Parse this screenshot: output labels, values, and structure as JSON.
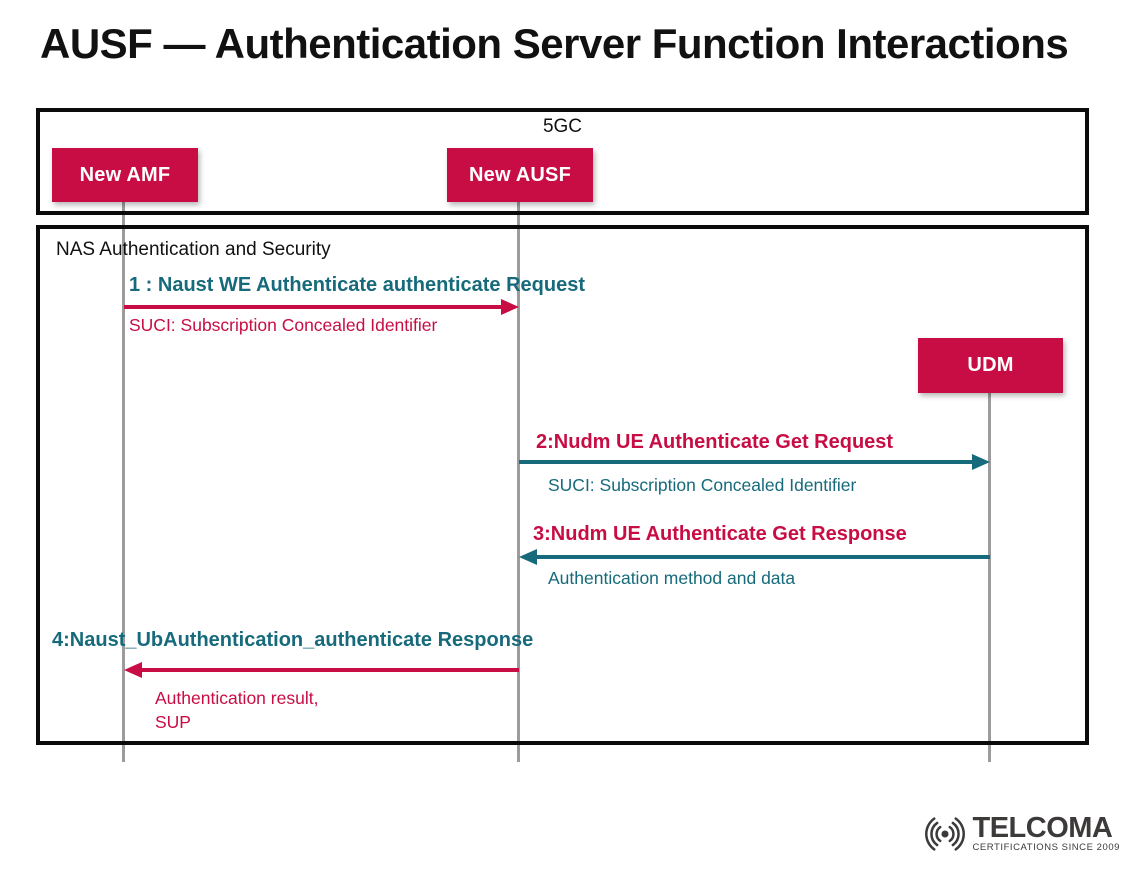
{
  "title": "AUSF — Authentication Server Function Interactions",
  "colors": {
    "crimson": "#c80d45",
    "teal": "#166a7b",
    "lifeline_gray": "#9c9c9c",
    "frame_border": "#0b0b0b",
    "logo_gray": "#3d3a3a"
  },
  "frames": {
    "outer_label": "5GC",
    "inner_label": "NAS Authentication and Security"
  },
  "actors": [
    {
      "id": "new-amf",
      "label": "New AMF"
    },
    {
      "id": "new-ausf",
      "label": "New AUSF"
    },
    {
      "id": "udm",
      "label": "UDM"
    }
  ],
  "messages": [
    {
      "label": "1 : Naust WE Authenticate authenticate Request",
      "note": "SUCI: Subscription Concealed Identifier",
      "from": "New AMF",
      "to": "New AUSF",
      "direction": "right",
      "label_color": "teal",
      "arrow_color": "crimson",
      "note_color": "crimson"
    },
    {
      "label": "2:Nudm UE Authenticate Get Request",
      "note": "SUCI: Subscription Concealed Identifier",
      "from": "New AUSF",
      "to": "UDM",
      "direction": "right",
      "label_color": "crimson",
      "arrow_color": "teal",
      "note_color": "teal"
    },
    {
      "label": "3:Nudm UE Authenticate Get Response",
      "note": "Authentication method and data",
      "from": "UDM",
      "to": "New AUSF",
      "direction": "left",
      "label_color": "crimson",
      "arrow_color": "teal",
      "note_color": "teal"
    },
    {
      "label": "4:Naust_UbAuthentication_authenticate Response",
      "note": "Authentication result,\nSUP",
      "from": "New AUSF",
      "to": "New AMF",
      "direction": "left",
      "label_color": "teal",
      "arrow_color": "crimson",
      "note_color": "crimson"
    }
  ],
  "logo": {
    "name": "TELCOMA",
    "tagline": "CERTIFICATIONS SINCE 2009",
    "icon": "radio-signal-icon"
  }
}
